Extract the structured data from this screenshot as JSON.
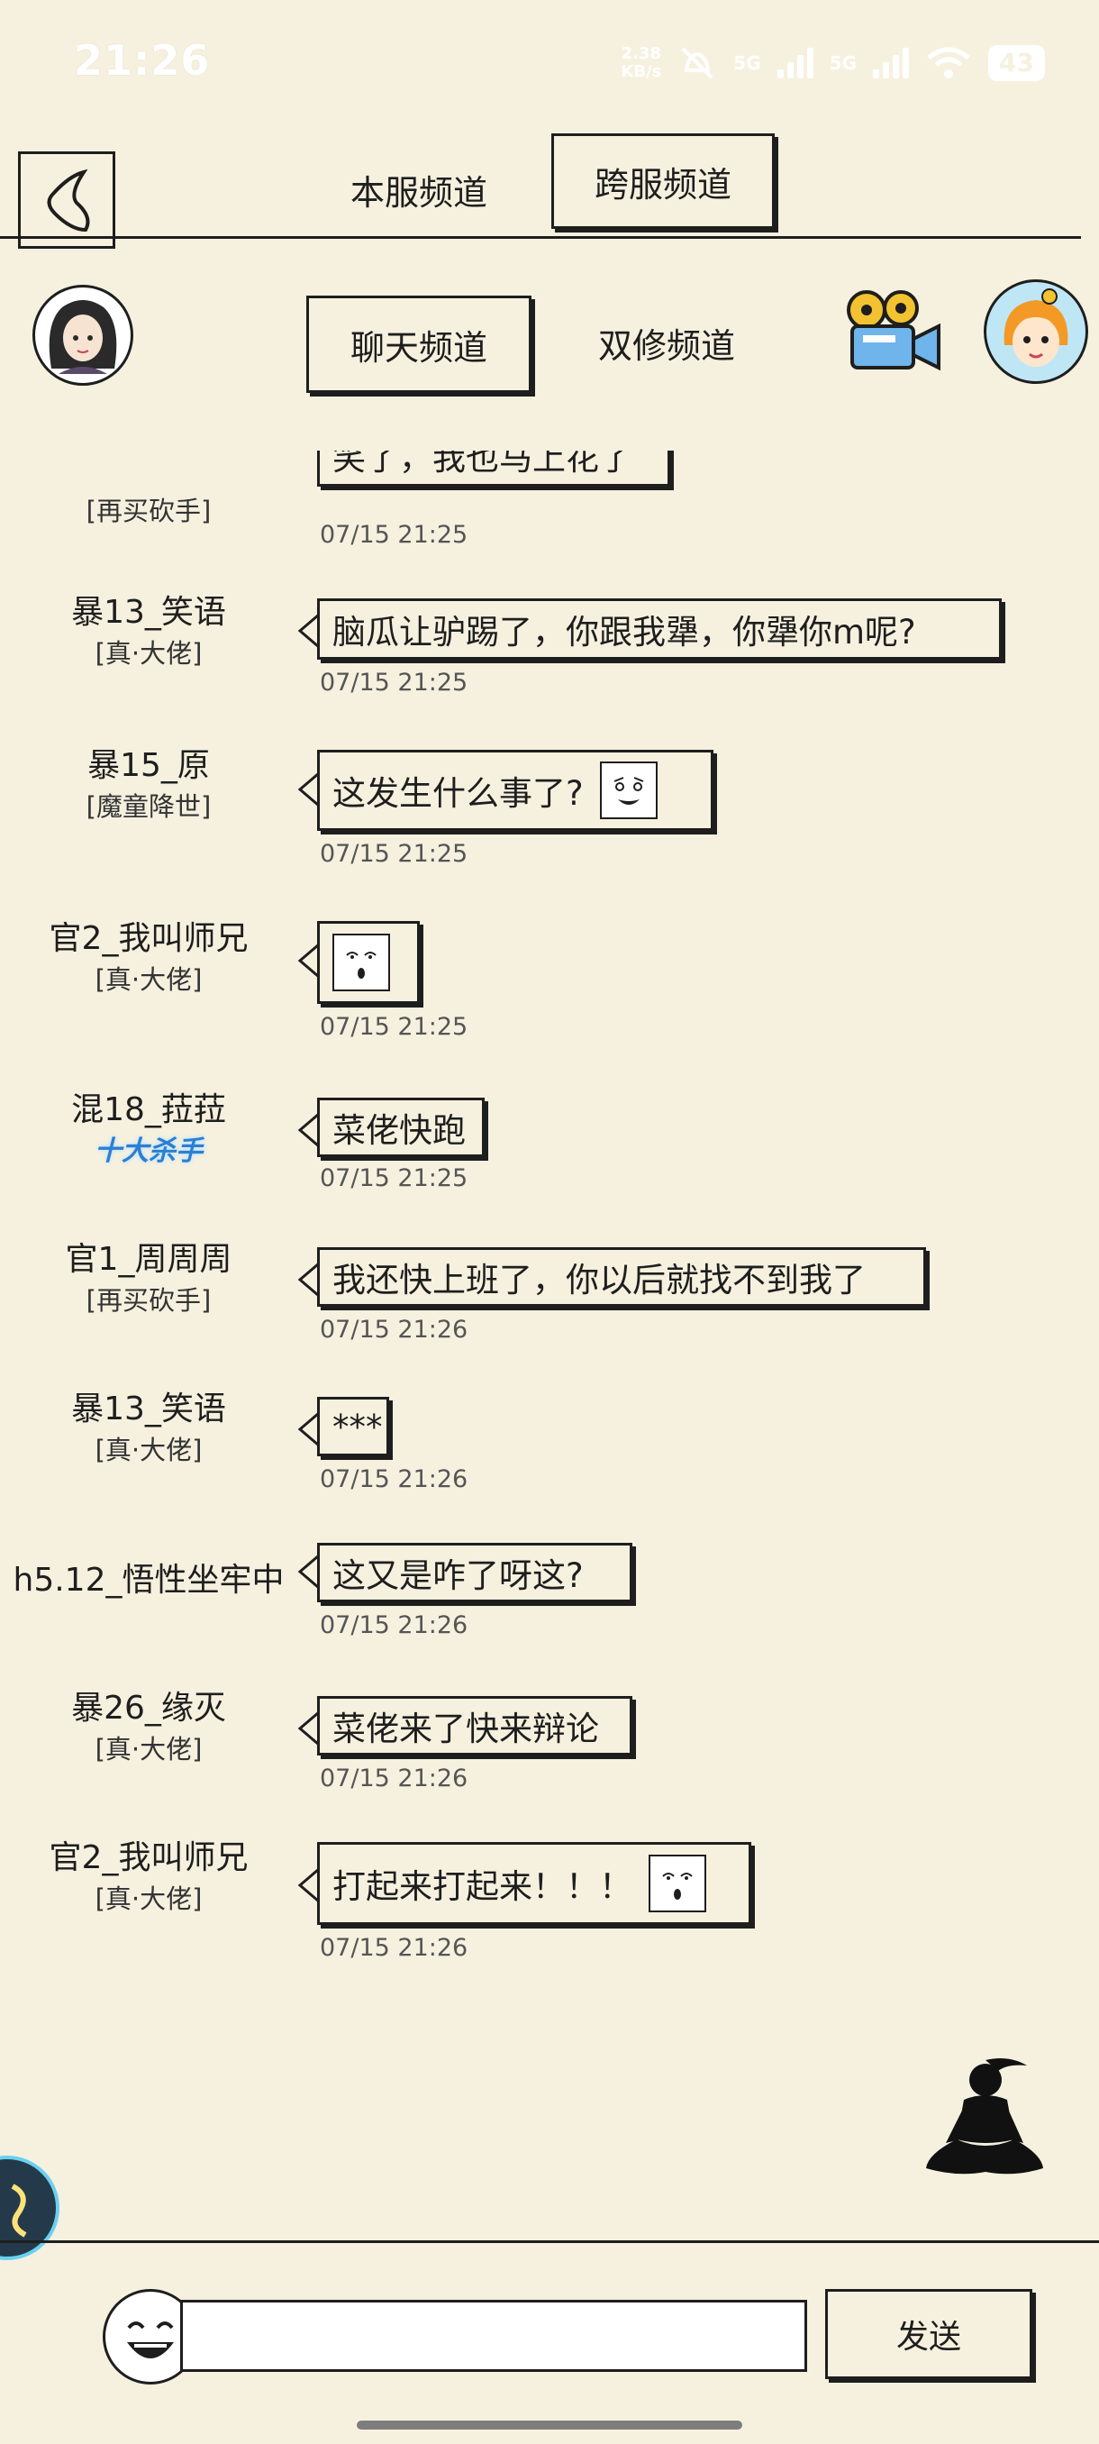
{
  "status_bar": {
    "time": "21:26",
    "speed": "2.38",
    "speed_unit": "KB/s",
    "net1": "5G",
    "net2": "5G",
    "battery": "43"
  },
  "server_tabs": [
    {
      "label": "本服频道",
      "active": false
    },
    {
      "label": "跨服频道",
      "active": true
    }
  ],
  "channel_tabs": [
    {
      "label": "聊天频道",
      "active": true
    },
    {
      "label": "双修频道",
      "active": false
    }
  ],
  "messages": [
    {
      "sender": "",
      "title": "[再买砍手]",
      "text": "笑了，我也马上花了",
      "time": "07/15 21:25"
    },
    {
      "sender": "暴13_笑语",
      "title": "[真·大佬]",
      "text": "脑瓜让驴踢了，你跟我犟，你犟你m呢?",
      "time": "07/15 21:25"
    },
    {
      "sender": "暴15_原",
      "title": "[魔童降世]",
      "text": "这发生什么事了?",
      "time": "07/15 21:25",
      "emoji": "smile-face"
    },
    {
      "sender": "官2_我叫师兄",
      "title": "[真·大佬]",
      "text": "",
      "time": "07/15 21:25",
      "emoji": "wink-face"
    },
    {
      "sender": "混18_菈菈",
      "title": "十大杀手",
      "text": "菜佬快跑",
      "time": "07/15 21:25"
    },
    {
      "sender": "官1_周周周",
      "title": "[再买砍手]",
      "text": "我还快上班了，你以后就找不到我了",
      "time": "07/15 21:26"
    },
    {
      "sender": "暴13_笑语",
      "title": "[真·大佬]",
      "text": "***",
      "time": "07/15 21:26"
    },
    {
      "sender": "h5.12_悟性坐牢中",
      "title": "",
      "text": "这又是咋了呀这?",
      "time": "07/15 21:26"
    },
    {
      "sender": "暴26_缘灭",
      "title": "[真·大佬]",
      "text": "菜佬来了快来辩论",
      "time": "07/15 21:26"
    },
    {
      "sender": "官2_我叫师兄",
      "title": "[真·大佬]",
      "text": "打起来打起来！！！",
      "time": "07/15 21:26",
      "emoji": "wink-face"
    }
  ],
  "input": {
    "value": "",
    "placeholder": ""
  },
  "send_label": "发送",
  "icons": {
    "back": "back-arrow-icon",
    "camera": "movie-camera-icon",
    "meditate": "meditating-figure-icon",
    "emoji": "laughing-face-icon"
  }
}
